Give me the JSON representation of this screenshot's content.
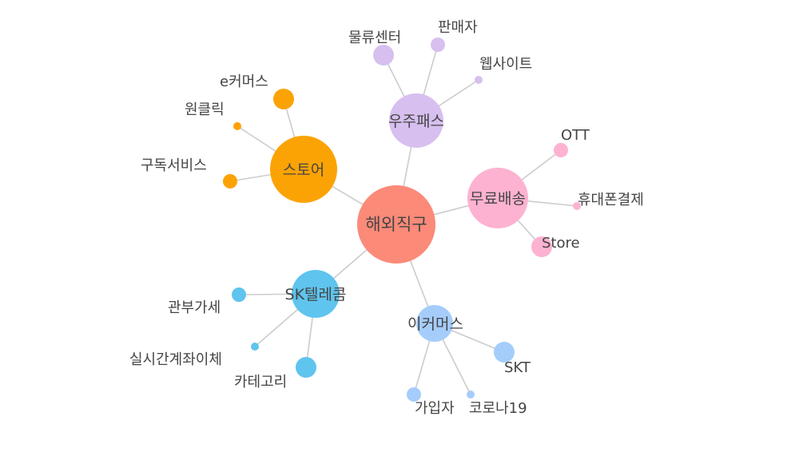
{
  "graph": {
    "colors": {
      "center": "#fb8a79",
      "store": "#fba304",
      "woojupass": "#d7bff0",
      "free_shipping": "#fdb2d1",
      "sk_telecom": "#5fc4ee",
      "ecommerce": "#a5cdfb",
      "edge": "#cccccc"
    },
    "center": {
      "label": "해외직구"
    },
    "hubs": {
      "store": {
        "label": "스토어",
        "leaves": [
          "e커머스",
          "원클릭",
          "구독서비스"
        ]
      },
      "woojupass": {
        "label": "우주패스",
        "leaves": [
          "물류센터",
          "판매자",
          "웹사이트"
        ]
      },
      "free_shipping": {
        "label": "무료배송",
        "leaves": [
          "OTT",
          "휴대폰결제",
          "Store"
        ]
      },
      "sk_telecom": {
        "label": "SK텔레콤",
        "leaves": [
          "관부가세",
          "실시간계좌이체",
          "카테고리"
        ]
      },
      "ecommerce": {
        "label": "이커머스",
        "leaves": [
          "SKT",
          "가입자",
          "코로나19"
        ]
      }
    }
  }
}
